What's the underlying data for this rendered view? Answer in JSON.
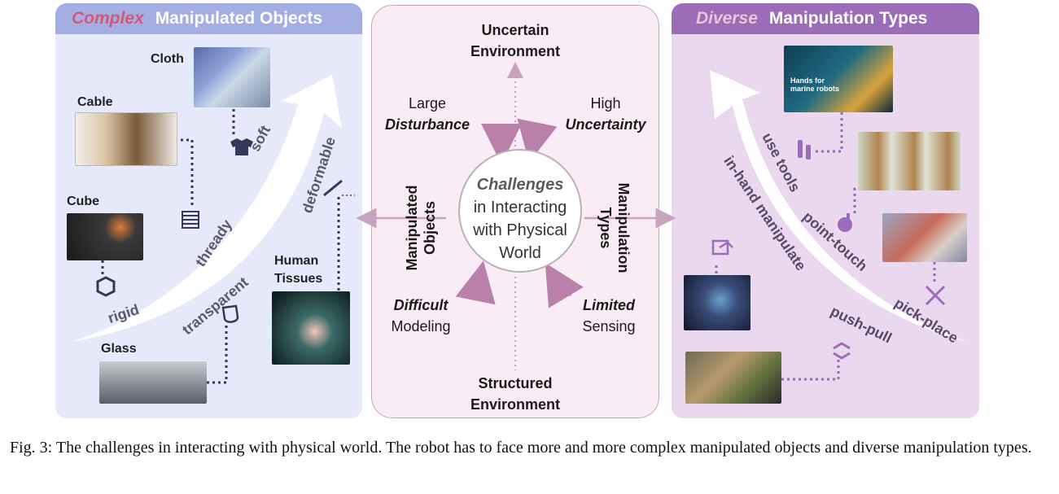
{
  "left_panel": {
    "keyword": "Complex",
    "title": "Manipulated Objects",
    "objects": {
      "cloth": "Cloth",
      "cable": "Cable",
      "cube": "Cube",
      "glass": "Glass",
      "tissues_line1": "Human",
      "tissues_line2": "Tissues"
    },
    "properties": {
      "soft": "soft",
      "deformable": "deformable",
      "thready": "thready",
      "transparent": "transparent",
      "rigid": "rigid"
    }
  },
  "right_panel": {
    "keyword": "Diverse",
    "title": "Manipulation Types",
    "types": {
      "use_tools": "use tools",
      "in_hand": "in-hand manipulate",
      "point_touch": "point-touch",
      "push_pull": "push-pull",
      "pick_place": "pick-place"
    },
    "photo_text": {
      "line1": "Hands for",
      "line2": "marine robots"
    }
  },
  "center": {
    "top_line1": "Uncertain",
    "top_line2": "Environment",
    "bottom_line1": "Structured",
    "bottom_line2": "Environment",
    "tl_line1": "Large",
    "tl_line2": "Disturbance",
    "tr_line1": "High",
    "tr_line2": "Uncertainty",
    "bl_line1": "Difficult",
    "bl_line2": "Modeling",
    "br_line1": "Limited",
    "br_line2": "Sensing",
    "left_line1": "Manipulated",
    "left_line2": "Objects",
    "right_line1": "Manipulation",
    "right_line2": "Types",
    "circle_line1": "Challenges",
    "circle_line2": "in Interacting",
    "circle_line3": "with Physical",
    "circle_line4": "World"
  },
  "caption": "Fig. 3: The challenges in interacting with physical world. The robot has to face more and more complex manipulated objects and diverse manipulation types."
}
